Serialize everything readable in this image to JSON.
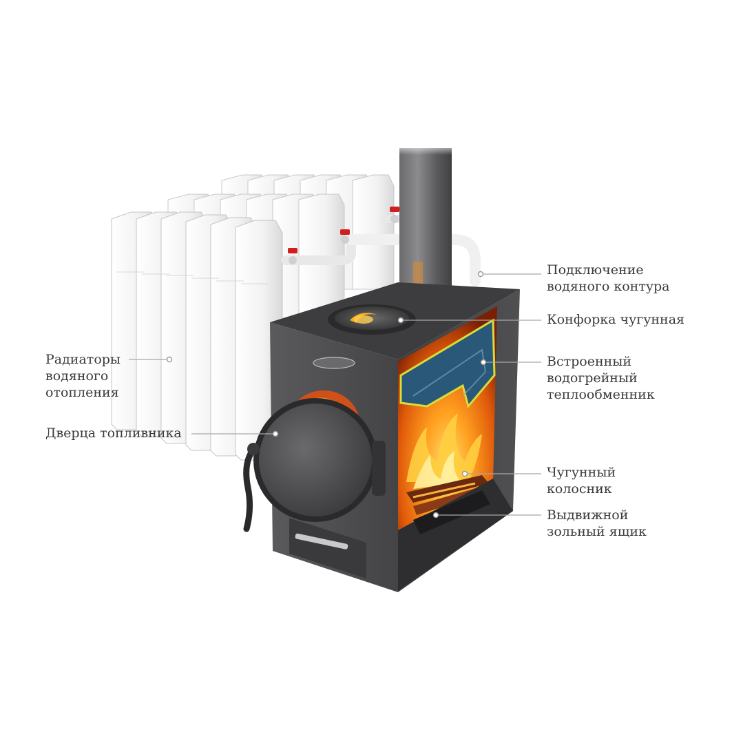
{
  "callouts": {
    "water_circuit": [
      "Подключение",
      "водяного контура"
    ],
    "cooktop": [
      "Конфорка чугунная"
    ],
    "heat_exchanger": [
      "Встроенный",
      "водогрейный",
      "теплообменник"
    ],
    "radiators": [
      "Радиаторы",
      "водяного",
      "отопления"
    ],
    "firebox_door": [
      "Дверца топливника"
    ],
    "grate": [
      "Чугунный",
      "колосник"
    ],
    "ash_drawer": [
      "Выдвижной",
      "зольный ящик"
    ]
  },
  "colors": {
    "stove_body": "#4a4a4c",
    "flame_orange": "#f07a10",
    "exchanger_blue": "#2a5878",
    "exchanger_outline": "#d7dd3a",
    "radiator_white": "#f4f4f4",
    "valve_red": "#d21e1e",
    "leader_gray": "#a8a8a8"
  }
}
